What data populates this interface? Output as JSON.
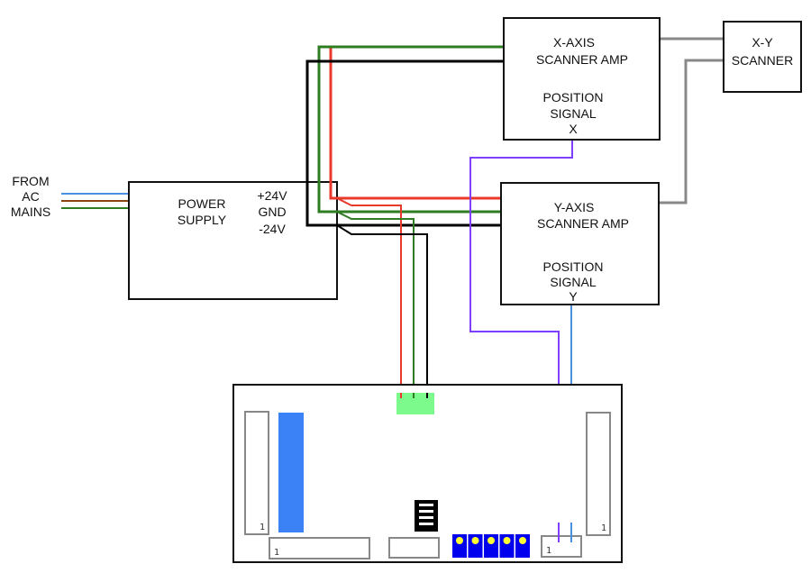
{
  "diagram": {
    "type": "wiring-diagram",
    "colors": {
      "positive_24v": "#e8392a",
      "ground": "#2e7d23",
      "negative_24v": "#000000",
      "position_x": "#7f3fff",
      "position_y": "#4a90e2",
      "scanner_link": "#888888",
      "mains_live": "#4a90e2",
      "mains_neutral": "#8b4513",
      "mains_earth": "#2e7d23",
      "power_connector": "#7dfa8c",
      "board_chip": "#3b82f6",
      "dip_switch": "#0000ee",
      "dip_dot": "#ffff33"
    },
    "mains": {
      "lines": [
        "FROM",
        "AC",
        "MAINS"
      ]
    },
    "power_supply": {
      "title_lines": [
        "POWER",
        "SUPPLY"
      ],
      "outputs": [
        "+24V",
        "GND",
        "-24V"
      ]
    },
    "x_amp": {
      "title_lines": [
        "X-AXIS",
        "SCANNER AMP"
      ],
      "signal_lines": [
        "POSITION",
        "SIGNAL",
        "X"
      ]
    },
    "y_amp": {
      "title_lines": [
        "Y-AXIS",
        "SCANNER AMP"
      ],
      "signal_lines": [
        "POSITION",
        "SIGNAL",
        "Y"
      ]
    },
    "scanner": {
      "title_lines": [
        "X-Y",
        "SCANNER"
      ]
    },
    "board": {
      "pin1_labels": [
        "1",
        "1",
        "1",
        "1"
      ],
      "dip_switch_count": 5,
      "header_pins": 4
    }
  }
}
